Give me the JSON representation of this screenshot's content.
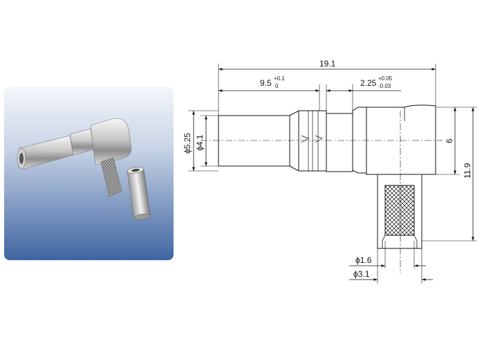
{
  "photo": {
    "gradient_top": "#f2f5fa",
    "gradient_bottom": "#4a6fa8"
  },
  "dimensions": {
    "overall_length": "19.1",
    "front_length": "9.5",
    "front_tol_upper": "+0.1",
    "front_tol_lower": "0",
    "gap_length": "2.25",
    "gap_tol_upper": "+0.05",
    "gap_tol_lower": "-0.03",
    "outer_diameter": "ϕ5.25",
    "inner_diameter": "ϕ4.1",
    "body_height": "6",
    "total_height": "11.9",
    "cable_inner_diameter": "ϕ1.6",
    "cable_outer_diameter": "ϕ3.1"
  }
}
